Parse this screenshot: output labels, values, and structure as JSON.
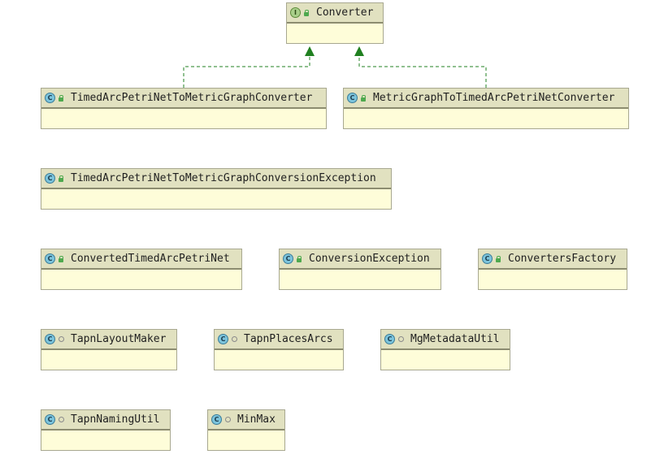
{
  "nodes": [
    {
      "id": "converter",
      "kind": "I",
      "name": "Converter",
      "visibility": "public"
    },
    {
      "id": "tapn-to-mg",
      "kind": "C",
      "name": "TimedArcPetriNetToMetricGraphConverter",
      "visibility": "public"
    },
    {
      "id": "mg-to-tapn",
      "kind": "C",
      "name": "MetricGraphToTimedArcPetriNetConverter",
      "visibility": "public"
    },
    {
      "id": "conversion-exc-long",
      "kind": "C",
      "name": "TimedArcPetriNetToMetricGraphConversionException",
      "visibility": "public"
    },
    {
      "id": "converted-tapn",
      "kind": "C",
      "name": "ConvertedTimedArcPetriNet",
      "visibility": "public"
    },
    {
      "id": "conversion-exc",
      "kind": "C",
      "name": "ConversionException",
      "visibility": "public"
    },
    {
      "id": "converters-factory",
      "kind": "C",
      "name": "ConvertersFactory",
      "visibility": "public"
    },
    {
      "id": "layout-maker",
      "kind": "C",
      "name": "TapnLayoutMaker",
      "visibility": "package"
    },
    {
      "id": "places-arcs",
      "kind": "C",
      "name": "TapnPlacesArcs",
      "visibility": "package"
    },
    {
      "id": "metadata-util",
      "kind": "C",
      "name": "MgMetadataUtil",
      "visibility": "package"
    },
    {
      "id": "naming-util",
      "kind": "C",
      "name": "TapnNamingUtil",
      "visibility": "package"
    },
    {
      "id": "minmax",
      "kind": "C",
      "name": "MinMax",
      "visibility": "package"
    }
  ],
  "relations": [
    {
      "from": "tapn-to-mg",
      "to": "converter",
      "type": "implements"
    },
    {
      "from": "mg-to-tapn",
      "to": "converter",
      "type": "implements"
    }
  ],
  "colors": {
    "header": "#e1e1c0",
    "body": "#fefdd9",
    "arrow": "#208020"
  }
}
